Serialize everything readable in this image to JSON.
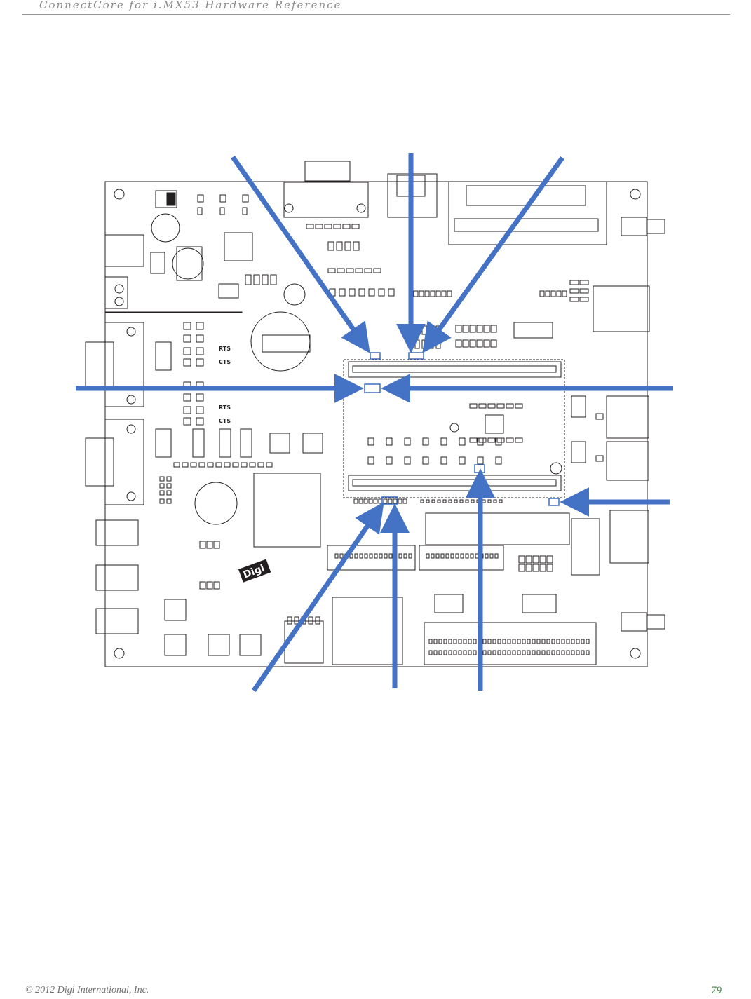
{
  "header": {
    "title": "ConnectCore for i.MX53 Hardware Reference"
  },
  "footer": {
    "copyright": "© 2012 Digi International, Inc.",
    "page_number": "79"
  },
  "board": {
    "silkscreen": {
      "rts_top": "RTS",
      "cts_top": "CTS",
      "rts_bottom": "RTS",
      "cts_bottom": "CTS",
      "logo": "Digi"
    }
  },
  "colors": {
    "arrow": "#4472c4",
    "board_line": "#231f20",
    "highlight": "#3d6fc1"
  }
}
